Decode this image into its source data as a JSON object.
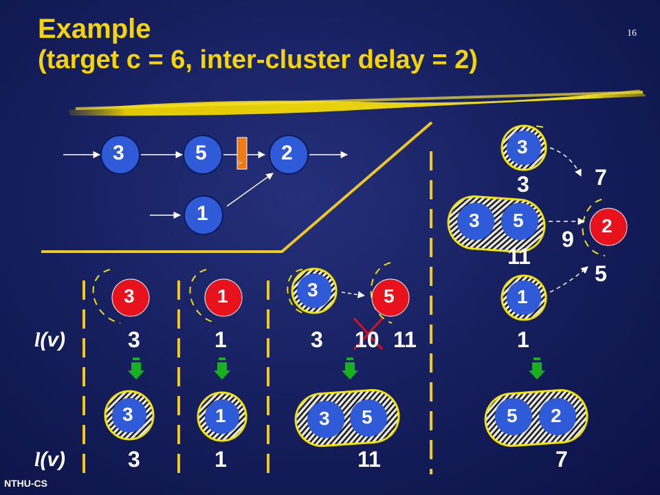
{
  "slide": {
    "title_line1": "Example",
    "title_line2": "(target c = 6, inter-cluster delay = 2)",
    "page_number": "16",
    "footer": "NTHU-CS"
  },
  "colors": {
    "node_blue": "#2f5bd8",
    "node_red": "#e8121c",
    "title_yellow": "#f5d400",
    "cluster_yellow": "#f1e400",
    "register_orange": "#f07a14",
    "arrow_green": "#18b020",
    "cross_red": "#e0101c"
  },
  "graph": {
    "nodes": [
      "3",
      "5",
      "2",
      "1"
    ],
    "register_symbol": ">"
  },
  "right_cluster": {
    "node_top": "3",
    "node_top_label": "3",
    "cluster_nodes": [
      "3",
      "5"
    ],
    "cluster_label": "11",
    "node_bottom": "1",
    "target_node": "2",
    "edge_labels": [
      "7",
      "9",
      "5"
    ]
  },
  "steps": [
    {
      "before": [
        "3"
      ],
      "lv_before": [
        "3"
      ],
      "after": [
        "3"
      ],
      "lv_after": "3"
    },
    {
      "before": [
        "1"
      ],
      "lv_before": [
        "1"
      ],
      "after": [
        "1"
      ],
      "lv_after": "1"
    },
    {
      "before": [
        "3",
        "5"
      ],
      "lv_before": [
        "3",
        "10",
        "11"
      ],
      "after": [
        "3",
        "5"
      ],
      "lv_after": "11"
    },
    {
      "before": [
        "1"
      ],
      "lv_before": [
        "1"
      ],
      "after": [
        "5",
        "2"
      ],
      "lv_after": "7"
    }
  ],
  "lv_label_letter": "l",
  "lv_label_rest": "(v)"
}
